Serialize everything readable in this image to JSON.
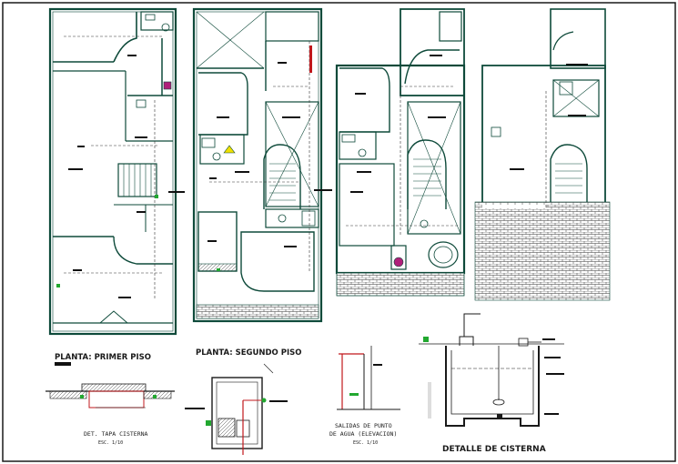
{
  "sheet": {
    "background": "#ffffff",
    "line_color": "#1a1a1a",
    "wall_color": "#0e4a3a",
    "accent_red": "#c0181c",
    "accent_green": "#22a830",
    "accent_yellow": "#f0e000",
    "accent_magenta": "#b0207a"
  },
  "labels": {
    "plan1_title": "PLANTA: PRIMER PISO",
    "plan2_title": "PLANTA: SEGUNDO PISO",
    "tapa_title": "DET. TAPA CISTERNA",
    "tapa_scale": "ESC. 1/10",
    "salidas_title_1": "SALIDAS DE PUNTO",
    "salidas_title_2": "DE AGUA (ELEVACION)",
    "salidas_scale": "ESC. 1/10",
    "cisterna_title": "DETALLE DE CISTERNA"
  }
}
